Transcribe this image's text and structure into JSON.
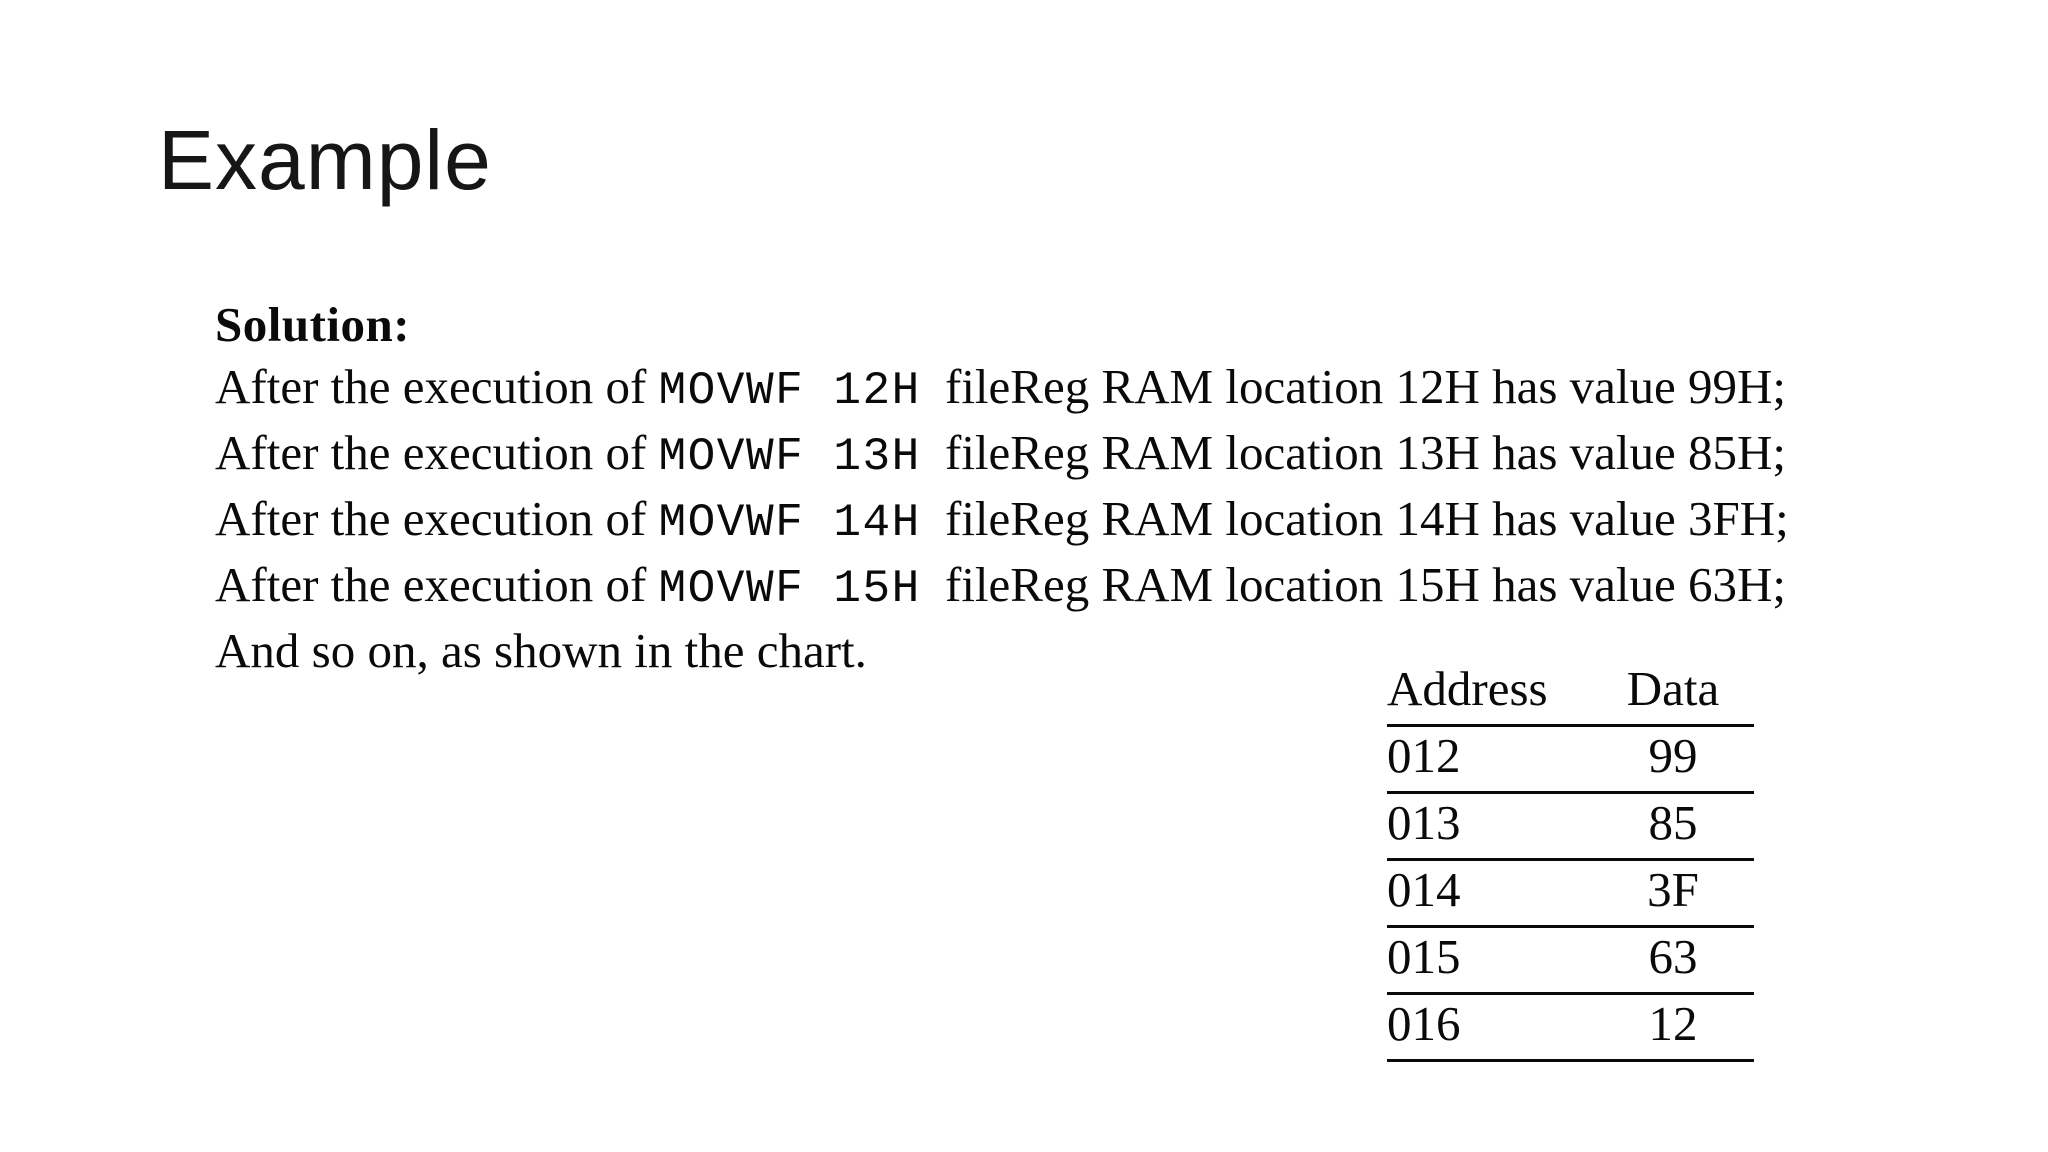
{
  "slide": {
    "title": "Example",
    "body": {
      "solution_label": "Solution:",
      "lines": [
        {
          "prefix": "After the execution of",
          "code": "MOVWF 12H",
          "suffix": "fileReg RAM location 12H has value 99H;"
        },
        {
          "prefix": "After the execution of",
          "code": "MOVWF 13H",
          "suffix": "fileReg RAM location 13H has value 85H;"
        },
        {
          "prefix": "After the execution of",
          "code": "MOVWF 14H",
          "suffix": "fileReg RAM location 14H has value 3FH;"
        },
        {
          "prefix": "After the execution of",
          "code": "MOVWF 15H",
          "suffix": "fileReg RAM location 15H has value 63H;"
        }
      ],
      "closing_line": "And so on, as shown in the chart."
    },
    "memory_table": {
      "headers": [
        "Address",
        "Data"
      ],
      "rows": [
        [
          "012",
          "99"
        ],
        [
          "013",
          "85"
        ],
        [
          "014",
          "3F"
        ],
        [
          "015",
          "63"
        ],
        [
          "016",
          "12"
        ]
      ]
    },
    "colors": {
      "background": "#ffffff",
      "text": "#0a0a0a"
    }
  }
}
